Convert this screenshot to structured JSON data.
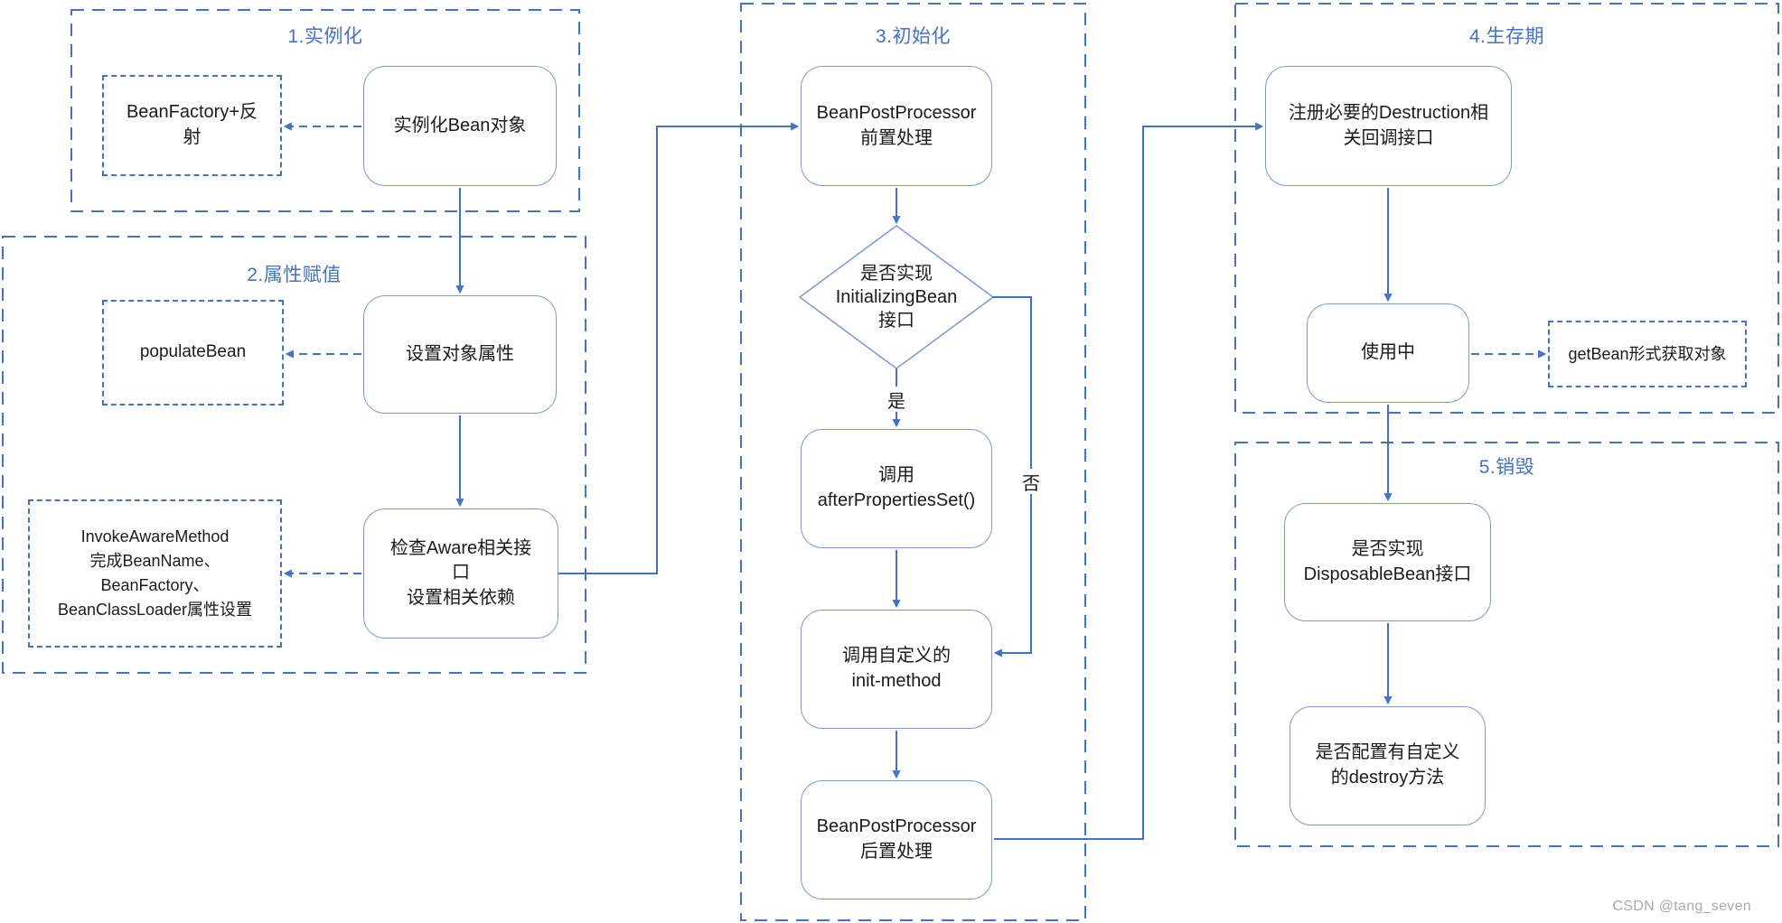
{
  "sections": {
    "instantiation": {
      "title": "1.实例化"
    },
    "property_assignment": {
      "title": "2.属性赋值"
    },
    "initialization": {
      "title": "3.初始化"
    },
    "lifetime": {
      "title": "4.生存期"
    },
    "destruction": {
      "title": "5.销毁"
    }
  },
  "nodes": {
    "bean_factory": {
      "label": "BeanFactory+反射"
    },
    "instantiate": {
      "label": "实例化Bean对象"
    },
    "populate": {
      "label": "populateBean"
    },
    "set_props": {
      "label": "设置对象属性"
    },
    "invoke_aware": {
      "label": "InvokeAwareMethod\n完成BeanName、\nBeanFactory、\nBeanClassLoader属性设置"
    },
    "check_aware": {
      "label": "检查Aware相关接口\n设置相关依赖"
    },
    "post_processor_pre": {
      "label": "BeanPostProcessor\n前置处理"
    },
    "initializing_check": {
      "label": "是否实现\nInitializingBean\n接口"
    },
    "after_properties_set": {
      "label": "调用\nafterPropertiesSet()"
    },
    "init_method": {
      "label": "调用自定义的\ninit-method"
    },
    "post_processor_post": {
      "label": "BeanPostProcessor\n后置处理"
    },
    "register_destruction": {
      "label": "注册必要的Destruction相关回调接口"
    },
    "in_use": {
      "label": "使用中"
    },
    "get_bean": {
      "label": "getBean形式获取对象"
    },
    "disposable_check": {
      "label": "是否实现\nDisposableBean接口"
    },
    "destroy_check": {
      "label": "是否配置有自定义\n的destroy方法"
    }
  },
  "edges": {
    "yes_label": "是",
    "no_label": "否"
  },
  "watermark": "CSDN @tang_seven",
  "colors": {
    "accent_line": "#4472C4",
    "node_border": "#7C9AD2",
    "text": "#1B1B1B",
    "watermark": "#A9AAAE",
    "background": "#FFFFFF"
  }
}
